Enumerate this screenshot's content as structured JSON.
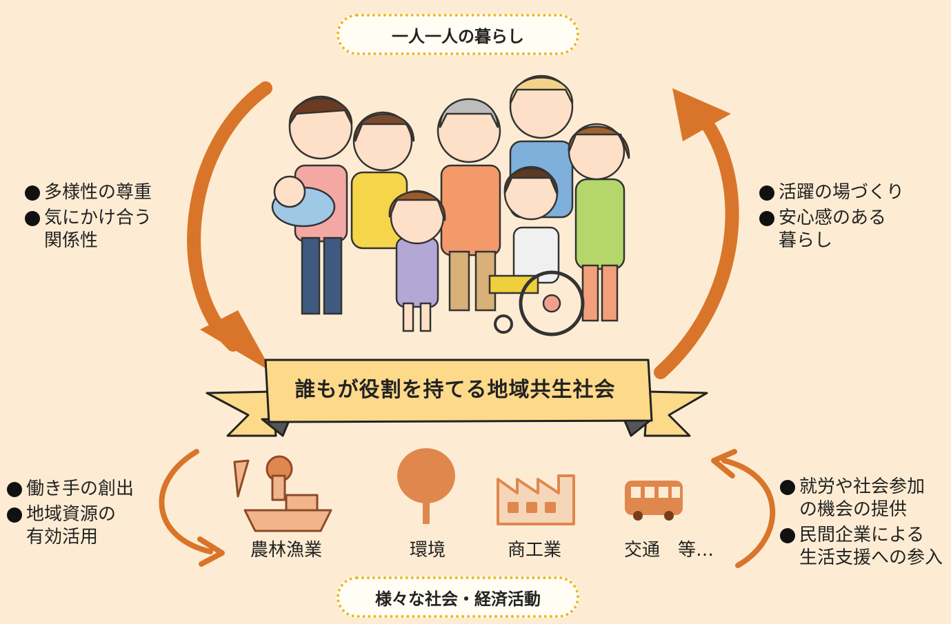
{
  "top_label": "一人一人の暮らし",
  "bottom_label": "様々な社会・経済活動",
  "center_banner": "誰もが役割を持てる地域共生社会",
  "left_upper": [
    "多様性の尊重",
    "気にかけ合う\n関係性"
  ],
  "right_upper": [
    "活躍の場づくり",
    "安心感のある\n暮らし"
  ],
  "left_lower": [
    "働き手の創出",
    "地域資源の\n有効活用"
  ],
  "right_lower": [
    "就労や社会参加\nの機会の提供",
    "民間企業による\n生活支援への参入"
  ],
  "categories": [
    {
      "label": "農林漁業",
      "icon": "farming-fishing-icon"
    },
    {
      "label": "環境",
      "icon": "tree-icon"
    },
    {
      "label": "商工業",
      "icon": "factory-icon"
    },
    {
      "label": "交通　等…",
      "icon": "bus-icon"
    }
  ],
  "colors": {
    "background": "#fdecd3",
    "arrow": "#d9752a",
    "ribbon": "#fdd98a",
    "pill_border": "#f0b623",
    "icon": "#e0874d"
  }
}
